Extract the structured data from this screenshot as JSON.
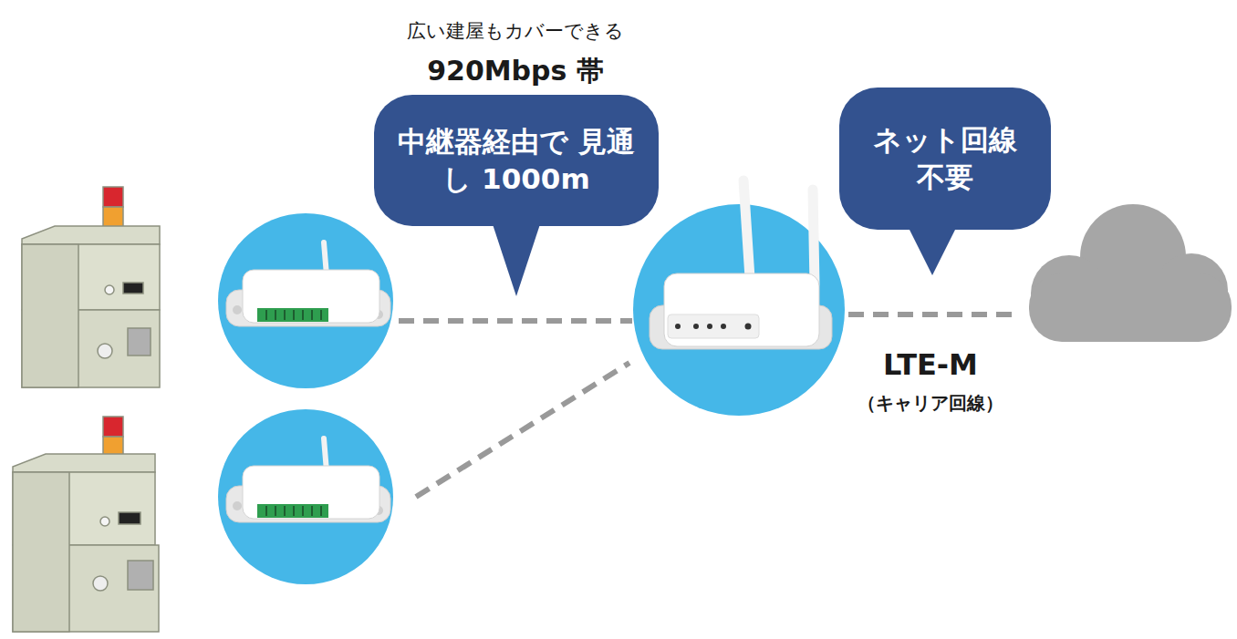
{
  "diagram": {
    "nodes": [
      {
        "text": [
          "中継器経由で 見通し 1000m"
        ]
      },
      {
        "text": [
          "ネット回線 不要"
        ]
      }
    ],
    "labels": [
      "広い建屋もカバーできる",
      "920Mbps 帯",
      "LTE-M",
      "（キャリア回線）"
    ]
  }
}
